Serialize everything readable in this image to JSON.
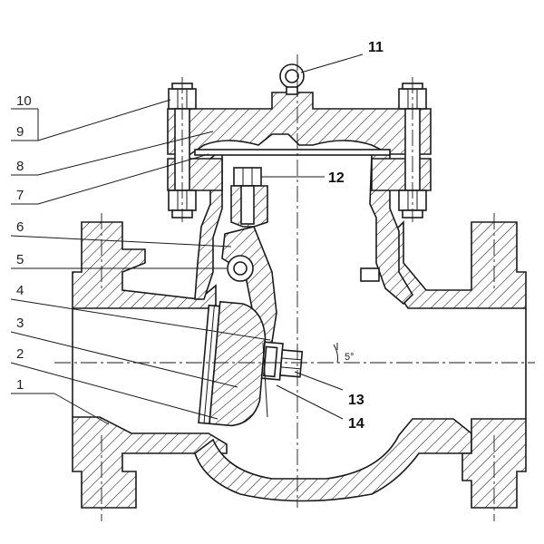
{
  "drawing": {
    "callouts": [
      {
        "number": "1"
      },
      {
        "number": "2"
      },
      {
        "number": "3"
      },
      {
        "number": "4"
      },
      {
        "number": "5"
      },
      {
        "number": "6"
      },
      {
        "number": "7"
      },
      {
        "number": "8"
      },
      {
        "number": "9"
      },
      {
        "number": "10"
      },
      {
        "number": "11"
      },
      {
        "number": "12"
      },
      {
        "number": "13"
      },
      {
        "number": "14"
      }
    ],
    "angle_label": "5°"
  },
  "colors": {
    "line": "#1a1a1a",
    "hatch": "#1a1a1a",
    "background": "#ffffff"
  }
}
